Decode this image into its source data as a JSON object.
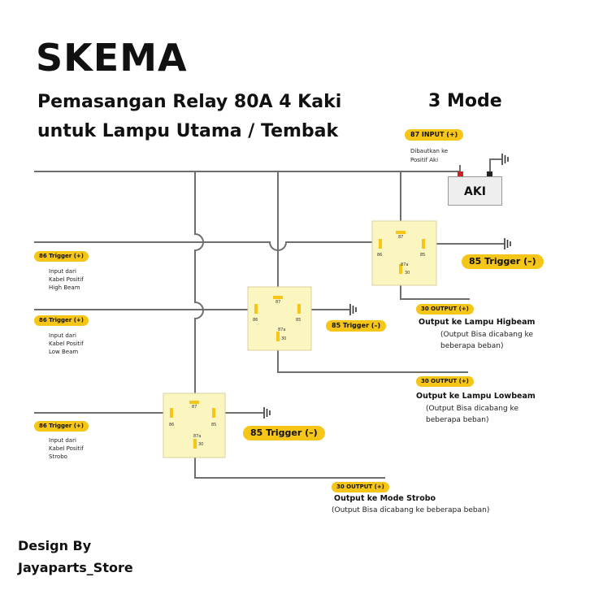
{
  "header": {
    "title": "SKEMA",
    "subtitle_line1": "Pemasangan Relay 80A 4 Kaki",
    "subtitle_line2": "untuk Lampu Utama / Tembak",
    "mode": "3 Mode"
  },
  "battery": {
    "tag": "87 INPUT (+)",
    "note_line1": "Dibautkan ke",
    "note_line2": "Positif Aki",
    "label": "AKI"
  },
  "relay_pins": {
    "p87": "87",
    "p86": "86",
    "p85": "85",
    "p87a": "87a",
    "p30": "30"
  },
  "relays": [
    {
      "input_tag": "86 Trigger (+)",
      "input_note": [
        "Input dari",
        "Kabel Positif",
        "High Beam"
      ],
      "ground_tag": "85  Trigger (–)",
      "output_tag": "30  OUTPUT (+)",
      "output_title": "Output ke Lampu Higbeam",
      "output_sub_line1": "(Output Bisa dicabang ke",
      "output_sub_line2": "beberapa beban)"
    },
    {
      "input_tag": "86 Trigger (+)",
      "input_note": [
        "Input dari",
        "Kabel Positif",
        "Low Beam"
      ],
      "ground_tag": "85  Trigger (–)",
      "output_tag": "30  OUTPUT (+)",
      "output_title": "Output ke Lampu Lowbeam",
      "output_sub_line1": "(Output Bisa dicabang ke",
      "output_sub_line2": "beberapa beban)"
    },
    {
      "input_tag": "86 Trigger (+)",
      "input_note": [
        "Input dari",
        "Kabel Positif",
        "Strobo"
      ],
      "ground_tag": "85  Trigger (–)",
      "output_tag": "30  OUTPUT (+)",
      "output_title": "Output ke Mode Strobo",
      "output_sub_line1": "(Output Bisa dicabang ke beberapa beban)"
    }
  ],
  "credit": {
    "line1": "Design By",
    "line2": "Jayaparts_Store"
  },
  "colors": {
    "wire": "#6e6e6e",
    "relay_fill": "#fbf5c0",
    "pin": "#f5c518",
    "pill": "#f5c518",
    "battery_plus": "#cc2222"
  }
}
